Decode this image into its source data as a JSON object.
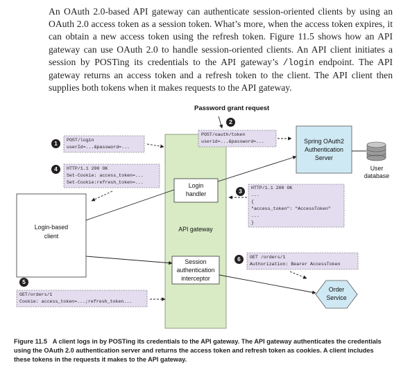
{
  "paragraph": {
    "part1": "An OAuth 2.0-based API gateway can authenticate session-oriented clients by using an OAuth 2.0 access token as a session token. What’s more, when the access token expires, it can obtain a new access token using the refresh token. Figure 11.5 shows how an API gateway can use OAuth 2.0 to handle session-oriented clients. An API client initiates a session by POSTing its credentials to the API gateway’s ",
    "code": "/login",
    "part2": " endpoint. The API gateway returns an access token and a refresh token to the client. The API client then supplies both tokens when it makes requests to the API gateway."
  },
  "figure": {
    "password_grant_label": "Password grant request",
    "nodes": {
      "client": "Login-based\nclient",
      "gateway": "API gateway",
      "login_handler": "Login\nhandler",
      "session_interceptor": "Session\nauthentication\ninterceptor",
      "auth_server": "Spring OAuth2\nAuthentication\nServer",
      "user_db": "User\ndatabase",
      "order_service": "Order\nService"
    },
    "steps": [
      {
        "num": "1",
        "text": "POST/login\nuserId=...&password=..."
      },
      {
        "num": "2",
        "text": "POST/oauth/token\nuserid=...&password=..."
      },
      {
        "num": "3",
        "text": "HTTP/1.1 200 OK\n...\n{\n\"access_token\": \"AccessToken\"\n...\n}"
      },
      {
        "num": "4",
        "text": "HTTP/1.1 200 OK\nSet-Cookie: access_token=...\nSet-Cookie:refresh_token=..."
      },
      {
        "num": "5",
        "text": "GET/orders/1\nCookie: access_token=...;refresh_token..."
      },
      {
        "num": "6",
        "text": "GET /orders/1\nAuthorization: Bearer AccessToken"
      }
    ]
  },
  "caption": {
    "label": "Figure 11.5",
    "text": "A client logs in by POSTing its credentials to the API gateway. The API gateway authenticates the credentials using the OAuth 2.0 authentication server and returns the access token and refresh token as cookies. A client includes these tokens in the requests it makes to the API gateway."
  }
}
